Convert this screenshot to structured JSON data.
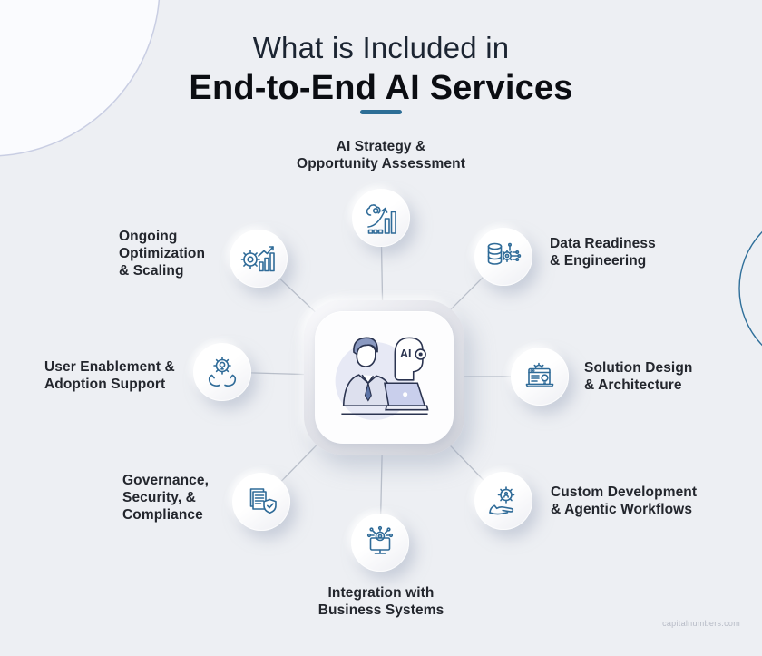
{
  "title": {
    "line1": "What is Included in",
    "line2": "End-to-End AI Services"
  },
  "center_card": {
    "illustration": "consultant-talking-with-ai-robot",
    "ai_badge": "AI"
  },
  "nodes": [
    {
      "id": "ai-strategy",
      "label": "AI Strategy &\nOpportunity Assessment",
      "icon": "brain-growth-chart-icon"
    },
    {
      "id": "data-readiness",
      "label": "Data Readiness\n& Engineering",
      "icon": "database-gear-circuit-icon"
    },
    {
      "id": "solution-design",
      "label": "Solution Design\n& Architecture",
      "icon": "laptop-blueprint-bulb-icon"
    },
    {
      "id": "custom-development",
      "label": "Custom Development\n& Agentic Workflows",
      "icon": "hand-holding-gear-icon"
    },
    {
      "id": "integration",
      "label": "Integration with\nBusiness Systems",
      "icon": "monitor-gear-network-icon"
    },
    {
      "id": "governance",
      "label": "Governance,\nSecurity, &\nCompliance",
      "icon": "documents-shield-check-icon"
    },
    {
      "id": "user-enablement",
      "label": "User Enablement &\nAdoption Support",
      "icon": "hands-gear-bulb-icon"
    },
    {
      "id": "ongoing-optimization",
      "label": "Ongoing\nOptimization\n& Scaling",
      "icon": "gear-bar-chart-growth-icon"
    }
  ],
  "watermark": "capitalnumbers.com",
  "colors": {
    "background": "#edeff3",
    "accent_underline": "#2d6e96",
    "icon_stroke": "#2f6b98",
    "connector_line": "#b8bec9",
    "title_dark": "#0b0d12",
    "label_dark": "#23262d"
  }
}
